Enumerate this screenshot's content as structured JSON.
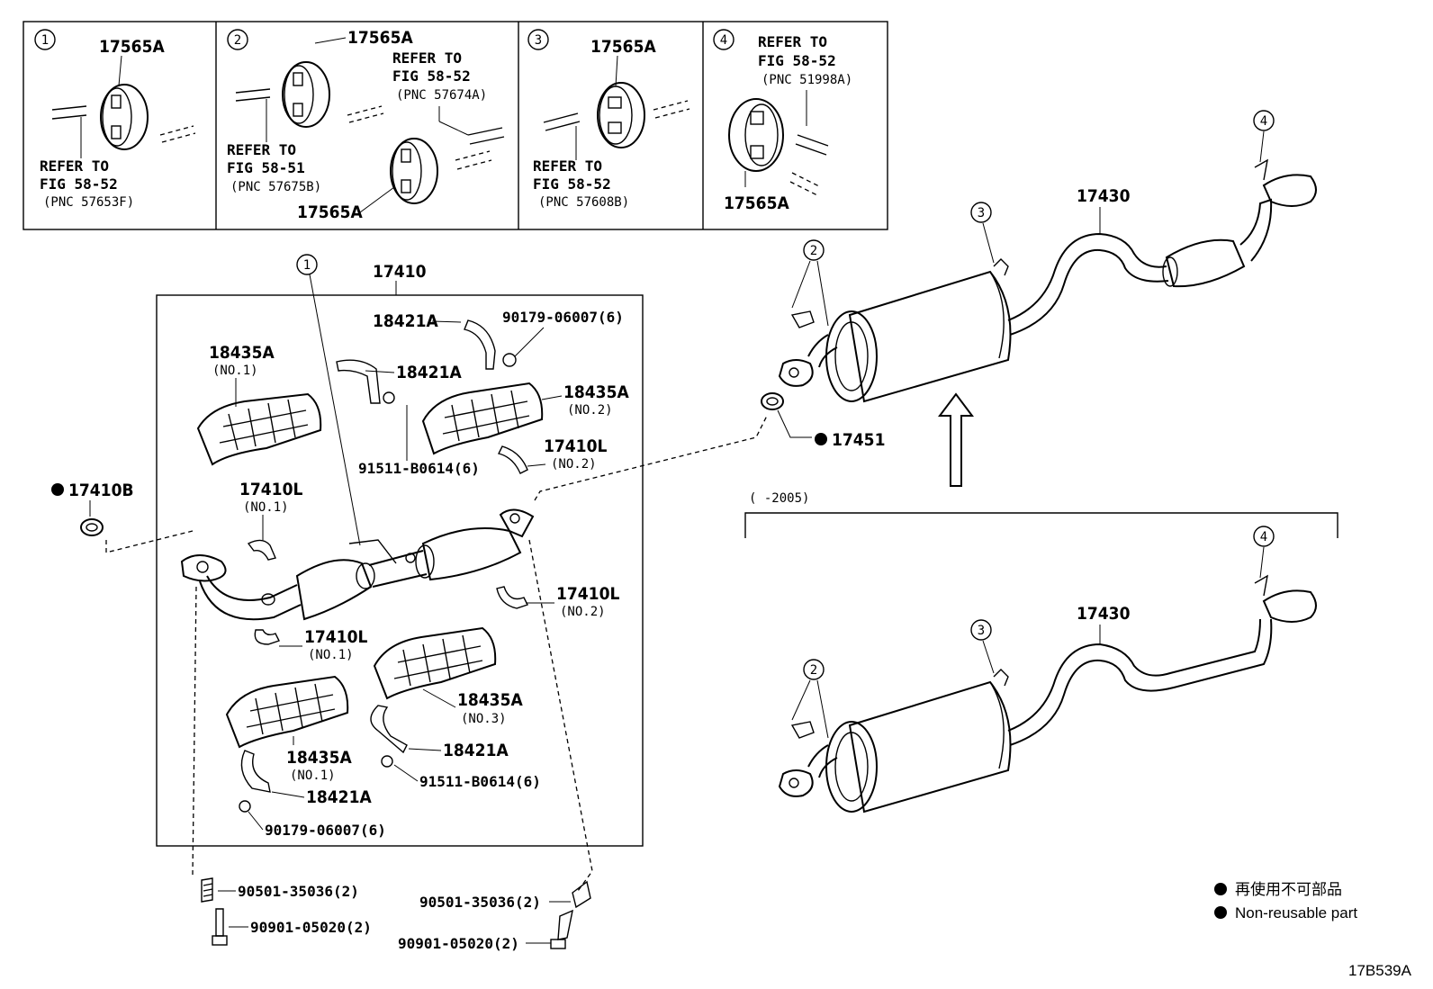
{
  "insets": [
    {
      "num": "1",
      "part": "17565A",
      "ref1": "REFER TO",
      "ref2": "FIG 58-52",
      "ref3": "(PNC 57653F)"
    },
    {
      "num": "2",
      "part_top": "17565A",
      "part_bottom": "17565A",
      "refA1": "REFER TO",
      "refA2": "FIG 58-52",
      "refA3": "(PNC 57674A)",
      "refB1": "REFER TO",
      "refB2": "FIG 58-51",
      "refB3": "(PNC 57675B)"
    },
    {
      "num": "3",
      "part": "17565A",
      "ref1": "REFER TO",
      "ref2": "FIG 58-52",
      "ref3": "(PNC 57608B)"
    },
    {
      "num": "4",
      "part": "17565A",
      "ref1": "REFER TO",
      "ref2": "FIG 58-52",
      "ref3": "(PNC 51998A)"
    }
  ],
  "main": {
    "assembly": "17410",
    "callout_1": "1",
    "labels": {
      "p18421A_a": "18421A",
      "p90179_a": "90179-06007(6)",
      "p18421A_b": "18421A",
      "p18435A_no1_top": "18435A",
      "no1_top": "(NO.1)",
      "p18435A_no2": "18435A",
      "no2_a": "(NO.2)",
      "p91511_a": "91511-B0614(6)",
      "p17410L_no2_a": "17410L",
      "no2_b": "(NO.2)",
      "p17410L_no1_a": "17410L",
      "no1_a": "(NO.1)",
      "p17410L_no2_b": "17410L",
      "no2_c": "(NO.2)",
      "p17410L_no1_b": "17410L",
      "no1_b": "(NO.1)",
      "p18435A_no3": "18435A",
      "no3": "(NO.3)",
      "p18435A_no1_bot": "18435A",
      "no1_bot": "(NO.1)",
      "p18421A_c": "18421A",
      "p91511_b": "91511-B0614(6)",
      "p18421A_d": "18421A",
      "p90179_b": "90179-06007(6)"
    },
    "gasket_left": "17410B",
    "bolts": {
      "left_spring": "90501-35036(2)",
      "left_bolt": "90901-05020(2)",
      "right_spring": "90501-35036(2)",
      "right_bolt": "90901-05020(2)"
    }
  },
  "right": {
    "gasket": "17451",
    "tail_upper": "17430",
    "tail_lower": "17430",
    "callouts_upper": [
      "2",
      "3",
      "4"
    ],
    "callouts_lower": [
      "2",
      "3",
      "4"
    ],
    "range_note": "(        -2005)"
  },
  "legend": {
    "jp": "再使用不可部品",
    "en": "Non-reusable part"
  },
  "figure_code": "17B539A"
}
